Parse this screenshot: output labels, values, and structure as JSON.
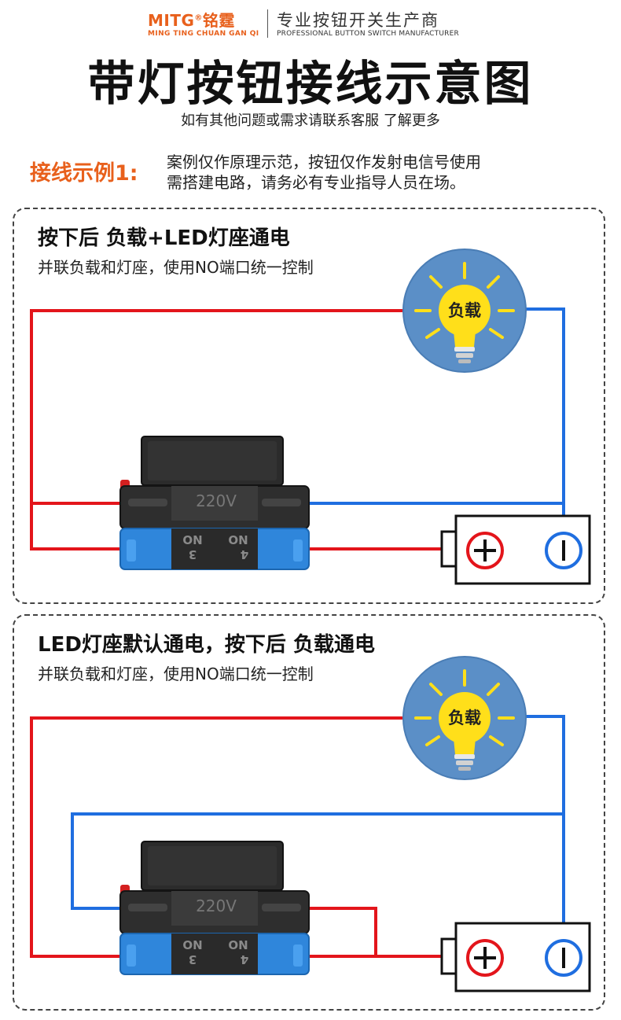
{
  "header": {
    "brand": "MITG",
    "brand_mark": "®",
    "brand_cn": "铭霆",
    "brand_pinyin": "MING TING CHUAN GAN QI",
    "tagline_cn": "专业按钮开关生产商",
    "tagline_en": "PROFESSIONAL BUTTON SWITCH MANUFACTURER"
  },
  "title": "带灯按钮接线示意图",
  "subtitle": "如有其他问题或需求请联系客服 了解更多",
  "example": {
    "label": "接线示例1:",
    "note_line1": "案例仅作原理示范，按钮仅作发射电信号使用",
    "note_line2": "需搭建电路，请务必有专业指导人员在场。"
  },
  "panels": [
    {
      "title": "按下后 负载+LED灯座通电",
      "description": "并联负载和灯座，使用NO端口统一控制",
      "load_label": "负载",
      "switch_voltage": "220V",
      "terminal_left_label": "ON",
      "terminal_left_num": "3",
      "terminal_right_label": "ON",
      "terminal_right_num": "4",
      "battery_plus": "+",
      "battery_minus": "-"
    },
    {
      "title": "LED灯座默认通电，按下后 负载通电",
      "description": "并联负载和灯座，使用NO端口统一控制",
      "load_label": "负载",
      "switch_voltage": "220V",
      "terminal_left_label": "ON",
      "terminal_left_num": "3",
      "terminal_right_label": "ON",
      "terminal_right_num": "4",
      "battery_plus": "+",
      "battery_minus": "-"
    }
  ],
  "colors": {
    "brand_orange": "#e8601c",
    "wire_red": "#e3151b",
    "wire_blue": "#1f6ee0",
    "bulb_circle": "#5b8fc7",
    "bulb_yellow": "#ffdf1a",
    "switch_body": "#2b2b2b",
    "switch_base": "#2f86db",
    "switch_button_red": "#d42020"
  }
}
